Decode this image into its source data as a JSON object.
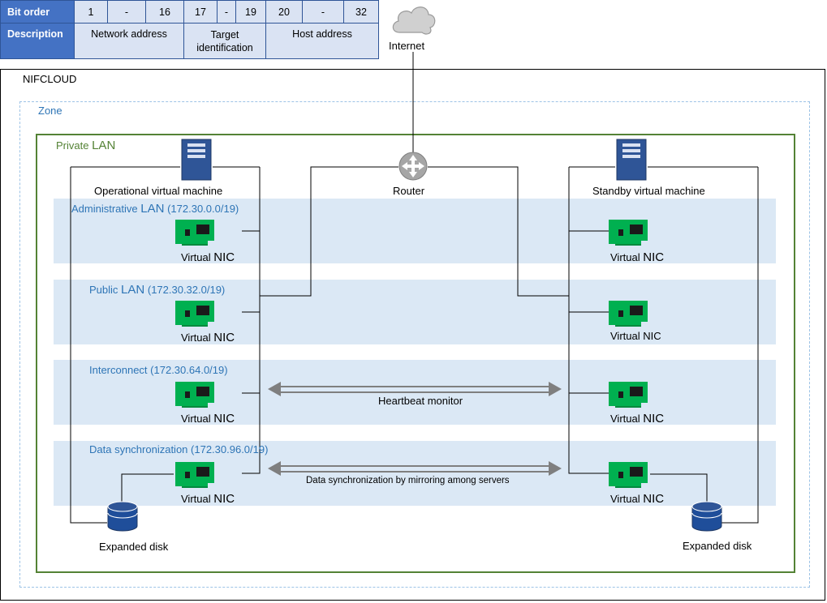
{
  "bit_table": {
    "header_label": "Bit order",
    "bits": [
      "1",
      "-",
      "16",
      "17",
      "-",
      "19",
      "20",
      "-",
      "32"
    ],
    "desc_label": "Description",
    "descriptions": [
      "Network address",
      "Target identification",
      "Host address"
    ]
  },
  "internet": {
    "label": "Internet"
  },
  "nifcloud": {
    "label": "NIFCLOUD"
  },
  "zone": {
    "label": "Zone"
  },
  "private_lan": {
    "label_prefix": "Private",
    "label_suffix": "LAN"
  },
  "vms": {
    "operational": "Operational virtual machine",
    "standby": "Standby virtual machine",
    "router": "Router"
  },
  "lans": [
    {
      "name": "Administrative",
      "lan": "LAN",
      "cidr": "(172.30.0.0/19)"
    },
    {
      "name": "Public",
      "lan": "LAN",
      "cidr": "(172.30.32.0/19)"
    },
    {
      "name": "Interconnect",
      "lan": "",
      "cidr": "(172.30.64.0/19)"
    },
    {
      "name": "Data synchronization",
      "lan": "",
      "cidr": "(172.30.96.0/19)"
    }
  ],
  "nic": {
    "prefix": "Virtual",
    "suffix": "NIC"
  },
  "arrows": {
    "heartbeat": "Heartbeat monitor",
    "sync": "Data synchronization by mirroring among servers"
  },
  "disks": {
    "left": "Expanded disk",
    "right": "Expanded disk"
  },
  "colors": {
    "table_header": "#4472c4",
    "table_cell": "#dae3f3",
    "zone_border": "#9dc3e6",
    "private_lan_border": "#548235",
    "band": "#dbe8f5",
    "lan_label": "#2e75b6",
    "nic_green": "#00b050",
    "server_blue": "#2f5597"
  }
}
